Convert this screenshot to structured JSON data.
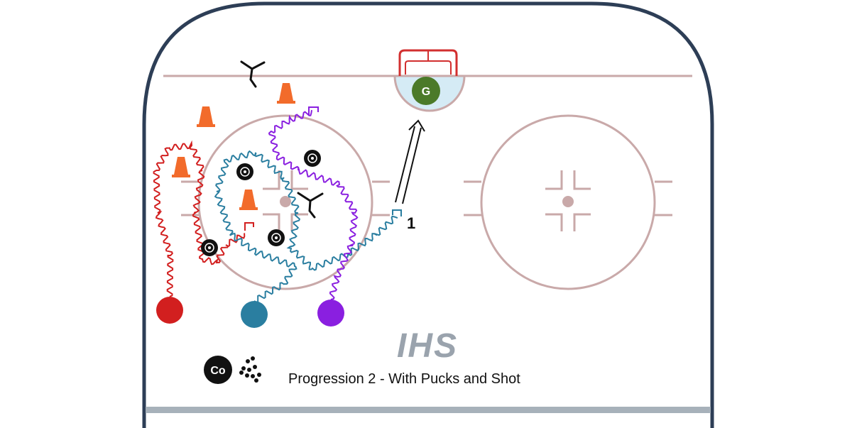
{
  "caption": "Progression 2 - With Pucks and Shot",
  "logo": "IHS",
  "goalie": {
    "label": "G"
  },
  "coach": {
    "label": "Co"
  },
  "step_label": "1",
  "colors": {
    "board": "#2d3e56",
    "lines": "#c9a9a9",
    "crease_fill": "#d5ebf5",
    "goalie": "#4b7a29",
    "net": "#d22f2f",
    "cone": "#f26b2b",
    "player_red": "#d21f1f",
    "player_blue": "#2a7ea0",
    "player_purple": "#8a1fe0",
    "puck": "#111111",
    "logo": "#9aa3ad",
    "bottom_bar": "#a7b1ba"
  },
  "icons": [
    "net-icon",
    "goalie-icon",
    "cone-icon",
    "puck-icon",
    "skater-icon",
    "coach-icon",
    "puck-pile-icon",
    "shot-arrow-icon"
  ]
}
